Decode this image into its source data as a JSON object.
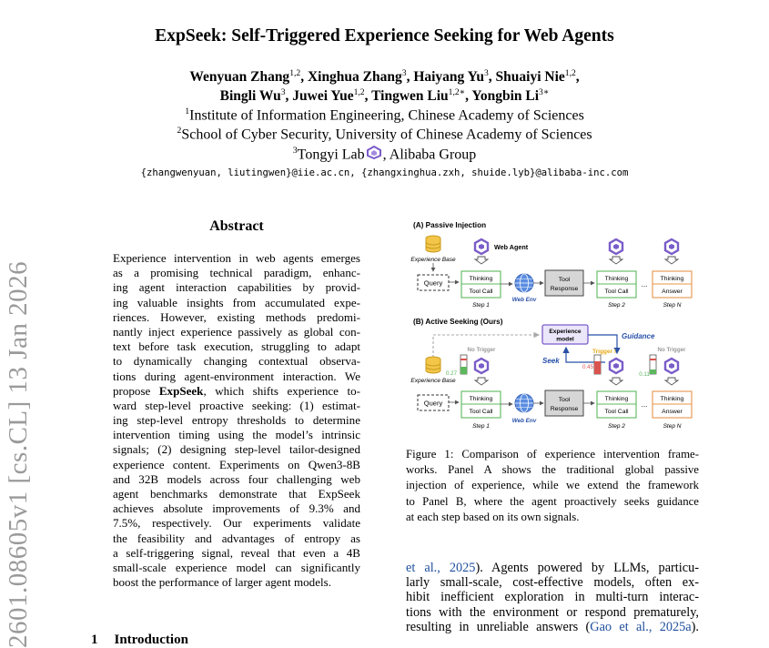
{
  "paper": {
    "title": "ExpSeek: Self-Triggered Experience Seeking for Web Agents",
    "authors_line1": [
      {
        "name": "Wenyuan Zhang",
        "sup": "1,2",
        "sep": ", "
      },
      {
        "name": "Xinghua Zhang",
        "sup": "3",
        "sep": ", "
      },
      {
        "name": "Haiyang Yu",
        "sup": "3",
        "sep": ", "
      },
      {
        "name": "Shuaiyi Nie",
        "sup": "1,2",
        "sep": ","
      }
    ],
    "authors_line2": [
      {
        "name": "Bingli Wu",
        "sup": "3",
        "sep": ", "
      },
      {
        "name": "Juwei Yue",
        "sup": "1,2",
        "sep": ", "
      },
      {
        "name": "Tingwen Liu",
        "sup": "1,2∗",
        "sep": ", "
      },
      {
        "name": "Yongbin Li",
        "sup": "3∗",
        "sep": ""
      }
    ],
    "affiliation1": {
      "sup": "1",
      "text": "Institute of Information Engineering, Chinese Academy of Sciences"
    },
    "affiliation2": {
      "sup": "2",
      "text": "School of Cyber Security, University of Chinese Academy of Sciences"
    },
    "affiliation3": {
      "sup": "3",
      "text_before": "Tongyi Lab",
      "text_after": ", Alibaba Group"
    },
    "emails": "{zhangwenyuan, liutingwen}@iie.ac.cn, {zhangxinghua.zxh, shuide.lyb}@alibaba-inc.com",
    "arxiv_id": "2601.08605v1  [cs.CL]  13 Jan 2026"
  },
  "abstract": {
    "heading": "Abstract",
    "lines": [
      "Experience intervention in web agents emerges",
      "as a promising technical paradigm, enhanc-",
      "ing agent interaction capabilities by provid-",
      "ing valuable insights from accumulated expe-",
      "riences. However, existing methods predomi-",
      "nantly inject experience passively as global con-",
      "text before task execution, struggling to adapt",
      "to dynamically changing contextual observa-",
      "tions during agent-environment interaction. We",
      "propose |ExpSeek|, which shifts experience to-",
      "ward step-level proactive seeking: (1) estimat-",
      "ing step-level entropy thresholds to determine",
      "intervention timing using the model’s intrinsic",
      "signals; (2) designing step-level tailor-designed",
      "experience content. Experiments on Qwen3-8B",
      "and 32B models across four challenging web",
      "agent benchmarks demonstrate that ExpSeek",
      "achieves absolute improvements of 9.3% and",
      "7.5%, respectively. Our experiments validate",
      "the feasibility and advantages of entropy as",
      "a self-triggering signal, reveal that even a 4B",
      "small-scale experience model can significantly",
      "boost the performance of larger agent models."
    ]
  },
  "intro": {
    "number": "1",
    "heading": "Introduction"
  },
  "figure": {
    "panel_a": "(A) Passive Injection",
    "panel_b": "(B) Active Seeking (Ours)",
    "web_agent": "Web Agent",
    "experience_base": "Experience Base",
    "query": "Query",
    "thinking": "Thinking",
    "tool_call": "Tool Call",
    "answer": "Answer",
    "web_env": "Web Env",
    "tool_response_1": "Tool",
    "tool_response_2": "Response",
    "step1": "Step 1",
    "step2": "Step 2",
    "stepN": "Step N",
    "ellipsis": "...",
    "experience_model_1": "Experience",
    "experience_model_2": "model",
    "guidance": "Guidance",
    "seek": "Seek",
    "no_trigger": "No Trigger",
    "trigger": "Trigger !",
    "value_step1": "0.27",
    "value_step2": "0.45",
    "value_stepN": "0.11",
    "colors": {
      "green_box": "#5cb85c",
      "orange_box": "#e8944a",
      "purple": "#7a5cc9",
      "blue_text": "#2850a8",
      "red": "#d9534f",
      "trigger_yellow": "#e6a817"
    }
  },
  "caption": {
    "label": "Figure 1:",
    "lines": [
      "Figure 1: Comparison of experience intervention frame-",
      "works. Panel A shows the traditional global passive",
      "injection of experience, while we extend the framework",
      "to Panel B, where the agent proactively seeks guidance",
      "at each step based on its own signals."
    ]
  },
  "body_right": {
    "line1_cite": "et al., 2025",
    "line1_rest": "). Agents powered by LLMs, particu-",
    "lines": [
      "larly small-scale, cost-effective models, often ex-",
      "hibit inefficient exploration in multi-turn interac-",
      "tions with the environment or respond prematurely,"
    ],
    "line5_before": "resulting in unreliable answers (",
    "line5_cite": "Gao et al., 2025a",
    "line5_after": ")."
  }
}
